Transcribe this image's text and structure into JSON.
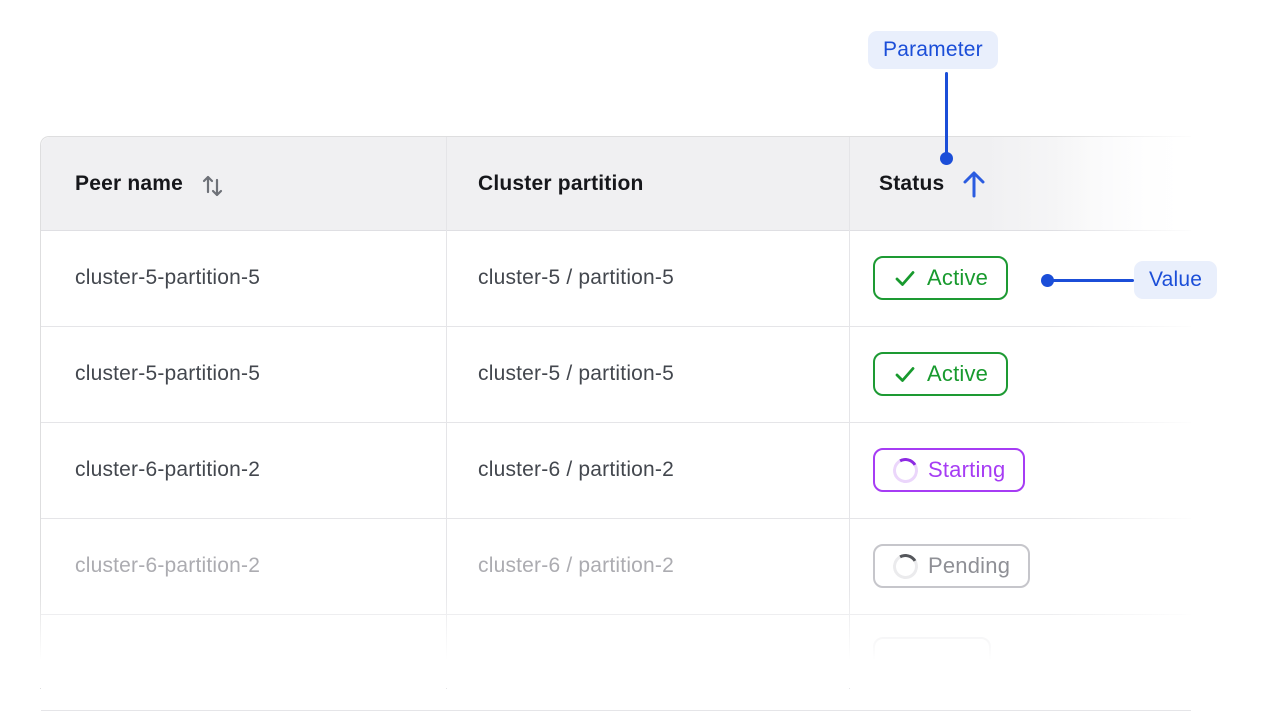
{
  "callouts": {
    "parameter": {
      "label": "Parameter"
    },
    "value": {
      "label": "Value"
    }
  },
  "table": {
    "columns": [
      {
        "label": "Peer name",
        "sort": "sortable",
        "sort_icon": "sort-both-icon"
      },
      {
        "label": "Cluster partition",
        "sort": "none",
        "sort_icon": null
      },
      {
        "label": "Status",
        "sort": "ascending",
        "sort_icon": "sort-ascending-icon"
      }
    ],
    "rows": [
      {
        "peer_name": "cluster-5-partition-5",
        "cluster_partition": "cluster-5 / partition-5",
        "status": {
          "label": "Active",
          "kind": "active"
        },
        "faded": false
      },
      {
        "peer_name": "cluster-5-partition-5",
        "cluster_partition": "cluster-5 / partition-5",
        "status": {
          "label": "Active",
          "kind": "active"
        },
        "faded": false
      },
      {
        "peer_name": "cluster-6-partition-2",
        "cluster_partition": "cluster-6 / partition-2",
        "status": {
          "label": "Starting",
          "kind": "starting"
        },
        "faded": false
      },
      {
        "peer_name": "cluster-6-partition-2",
        "cluster_partition": "cluster-6 / partition-2",
        "status": {
          "label": "Pending",
          "kind": "pending"
        },
        "faded": true
      },
      {
        "peer_name": "",
        "cluster_partition": "",
        "status": {
          "label": "",
          "kind": "partial"
        },
        "faded": true
      }
    ]
  },
  "colors": {
    "accent_blue": "#1b4ed8",
    "callout_pill_bg": "#e9effc",
    "active_green": "#189a2e",
    "starting_purple": "#a63cf4",
    "pending_gray": "#8f9096",
    "header_bg": "#f0f0f2",
    "divider": "#e5e5e8"
  }
}
